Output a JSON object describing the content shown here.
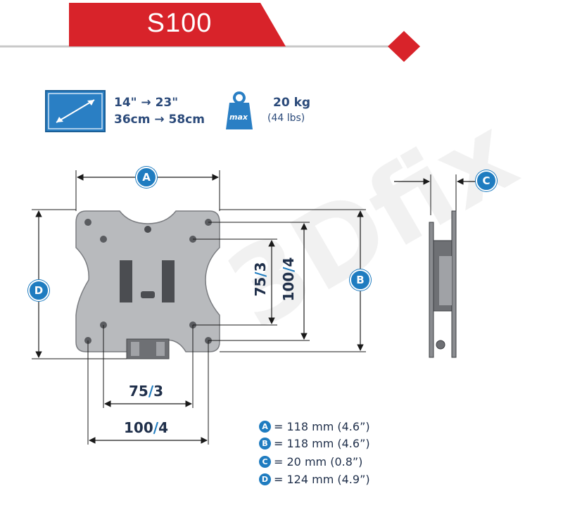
{
  "header": {
    "model": "S100"
  },
  "specs": {
    "screen_size_inch": "14\" → 23\"",
    "screen_size_cm": "36cm → 58cm",
    "max_icon_label": "max",
    "max_load_kg": "20 kg",
    "max_load_lbs": "(44 lbs)"
  },
  "markers": {
    "a": "A",
    "b": "B",
    "c": "C",
    "d": "D"
  },
  "dimensions": {
    "vertical_inner": {
      "value": "75",
      "slash": "/",
      "suffix": "3"
    },
    "vertical_outer": {
      "value": "100",
      "slash": "/",
      "suffix": "4"
    },
    "horizontal_inner": {
      "value": "75",
      "slash": "/",
      "suffix": "3"
    },
    "horizontal_outer": {
      "value": "100",
      "slash": "/",
      "suffix": "4"
    }
  },
  "legend": [
    {
      "key": "A",
      "text": "= 118 mm (4.6”)"
    },
    {
      "key": "B",
      "text": "= 118 mm (4.6”)"
    },
    {
      "key": "C",
      "text": "= 20 mm (0.8”)"
    },
    {
      "key": "D",
      "text": "= 124 mm (4.9”)"
    }
  ],
  "colors": {
    "brand_red": "#d8232a",
    "accent_blue": "#1f7cc0",
    "plate_gray": "#b8babd"
  },
  "watermark_text": "3Dfix"
}
